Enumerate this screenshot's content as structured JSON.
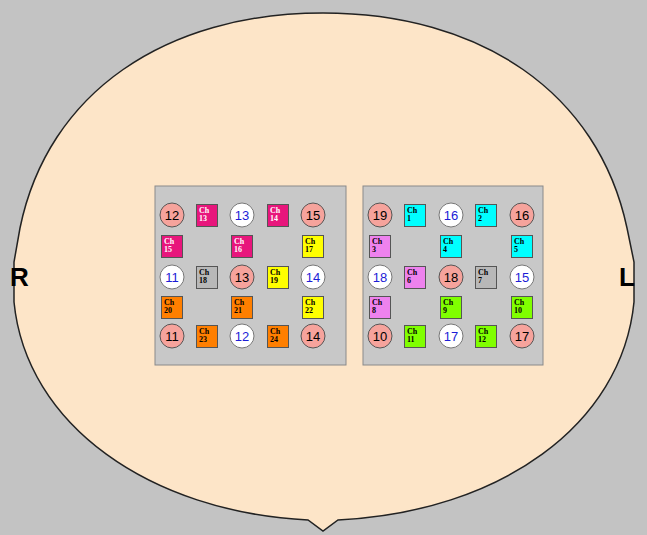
{
  "diagram": {
    "nodes": [
      {
        "text": [
          "12"
        ]
      },
      {
        "text": [
          "Ch 13"
        ]
      },
      {
        "text": [
          "13"
        ]
      },
      {
        "text": [
          "Ch 14"
        ]
      },
      {
        "text": [
          "15"
        ]
      },
      {
        "text": [
          "Ch 15"
        ]
      },
      {
        "text": [
          "Ch 16"
        ]
      },
      {
        "text": [
          "Ch 17"
        ]
      },
      {
        "text": [
          "11"
        ]
      },
      {
        "text": [
          "Ch 18"
        ]
      },
      {
        "text": [
          "13"
        ]
      },
      {
        "text": [
          "Ch 19"
        ]
      },
      {
        "text": [
          "14"
        ]
      },
      {
        "text": [
          "Ch 20"
        ]
      },
      {
        "text": [
          "Ch 21"
        ]
      },
      {
        "text": [
          "Ch 22"
        ]
      },
      {
        "text": [
          "11"
        ]
      },
      {
        "text": [
          "Ch 23"
        ]
      },
      {
        "text": [
          "12"
        ]
      },
      {
        "text": [
          "Ch 24"
        ]
      },
      {
        "text": [
          "14"
        ]
      },
      {
        "text": [
          "19"
        ]
      },
      {
        "text": [
          "Ch 1"
        ]
      },
      {
        "text": [
          "16"
        ]
      },
      {
        "text": [
          "Ch 2"
        ]
      },
      {
        "text": [
          "16"
        ]
      },
      {
        "text": [
          "Ch 3"
        ]
      },
      {
        "text": [
          "Ch 4"
        ]
      },
      {
        "text": [
          "Ch 5"
        ]
      },
      {
        "text": [
          "18"
        ]
      },
      {
        "text": [
          "Ch 6"
        ]
      },
      {
        "text": [
          "18"
        ]
      },
      {
        "text": [
          "Ch 7"
        ]
      },
      {
        "text": [
          "15"
        ]
      },
      {
        "text": [
          "Ch 8"
        ]
      },
      {
        "text": [
          "Ch 9"
        ]
      },
      {
        "text": [
          "Ch 10"
        ]
      },
      {
        "text": [
          "10"
        ]
      },
      {
        "text": [
          "Ch 11"
        ]
      },
      {
        "text": [
          "17"
        ]
      },
      {
        "text": [
          "Ch 12"
        ]
      },
      {
        "text": [
          "17"
        ]
      }
    ],
    "labels": [
      "R",
      "L"
    ]
  }
}
